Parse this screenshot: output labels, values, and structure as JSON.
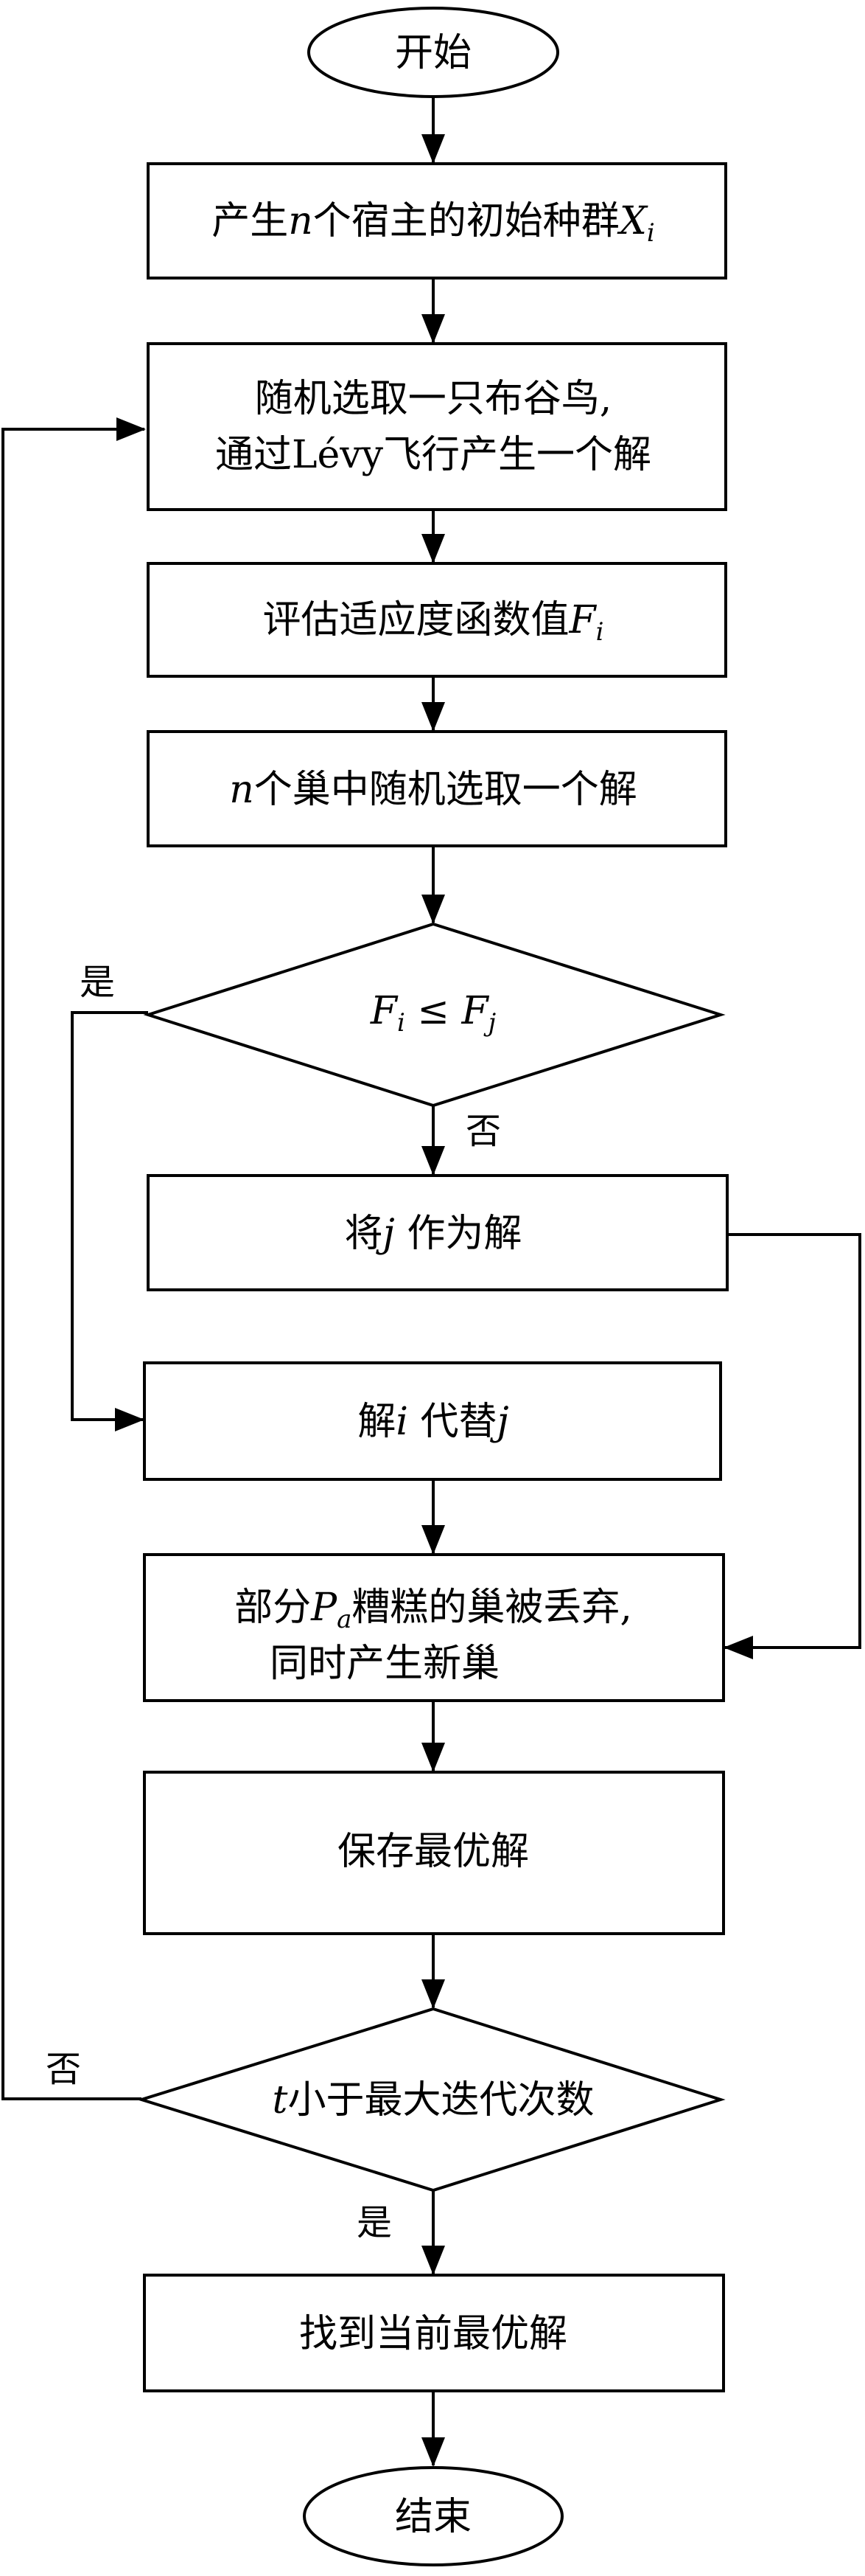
{
  "flowchart": {
    "start": {
      "label": "开始"
    },
    "init": {
      "text": "产生",
      "var": "n",
      "text2": "个宿主的初始种群",
      "sym": "X",
      "sub": "i"
    },
    "select": {
      "line1": "随机选取一只布谷鸟,",
      "line2": "通过Lévy飞行产生一个解"
    },
    "evaluate": {
      "text": "评估适应度函数值",
      "sym": "F",
      "sub": "i"
    },
    "pick": {
      "var": "n",
      "text": "个巢中随机选取一个解"
    },
    "compare": {
      "sym1": "F",
      "sub1": "i",
      "op": " ≤ ",
      "sym2": "F",
      "sub2": "j"
    },
    "take_j": {
      "text": "将",
      "var": "j",
      "text2": " 作为解"
    },
    "replace": {
      "text": "解",
      "var": "i",
      "text2": " 代替",
      "var2": "j"
    },
    "abandon": {
      "line1a": "部分",
      "sym": "P",
      "sub": "a",
      "line1b": "糟糕的巢被丢弃,",
      "line2": "同时产生新巢"
    },
    "keep": {
      "label": "保存最优解"
    },
    "loop_check": {
      "var": "t",
      "text": "小于最大迭代次数"
    },
    "result": {
      "label": "找到当前最优解"
    },
    "end": {
      "label": "结束"
    },
    "edge_labels": {
      "compare_yes": "是",
      "compare_no": "否",
      "loop_no": "否",
      "loop_yes": "是"
    }
  }
}
